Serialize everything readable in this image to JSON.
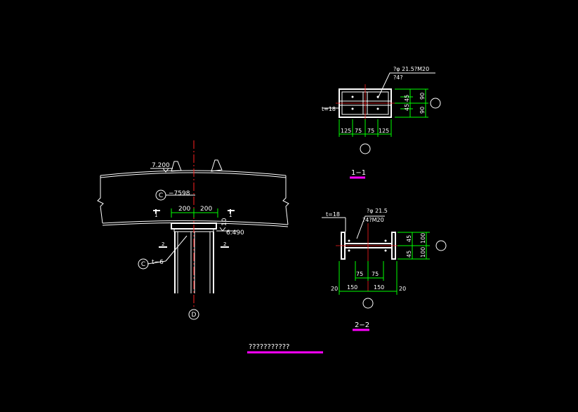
{
  "colors": {
    "background": "#000000",
    "line": "#ffffff",
    "dimension": "#00ff00",
    "centerline": "#ff2020",
    "title_underline": "#ff00ff",
    "text": "#ffffff"
  },
  "elevation": {
    "top": "7.200",
    "bottom": "6.490"
  },
  "labels": {
    "plate_beam": "−7598",
    "axis_c1": "C",
    "axis_c2": "C",
    "axis_d": "D",
    "axis_right_1": "",
    "axis_right_2": "",
    "axis_bottom_1": "",
    "axis_bottom_2": "",
    "stiffener": "t−6",
    "section_mark_1a": "1",
    "section_mark_1b": "1",
    "section_mark_2a": "2",
    "section_mark_2b": "2",
    "gap": "10"
  },
  "dims_main": {
    "left": "200",
    "right": "200"
  },
  "section_1": {
    "title": "1−1",
    "plate": "t=18",
    "bolt_note_1": "?φ  21.5?M20",
    "bolt_note_2": "?4?",
    "dims_bottom": [
      "125",
      "75",
      "75",
      "125"
    ],
    "dims_right_inner": [
      "45",
      "45"
    ],
    "dims_right_outer": [
      "90",
      "90"
    ]
  },
  "section_2": {
    "title": "2−2",
    "plate": "t=18",
    "bolt_note_1": "?φ  21.5",
    "bolt_note_2": "?4?M20",
    "dims_inner": [
      "75",
      "75"
    ],
    "dims_outer": [
      "150",
      "150"
    ],
    "dims_edge": [
      "20",
      "20"
    ],
    "dims_right_inner": [
      "45",
      "45"
    ],
    "dims_right_outer": [
      "100",
      "100"
    ]
  },
  "drawing_title": "???????????"
}
